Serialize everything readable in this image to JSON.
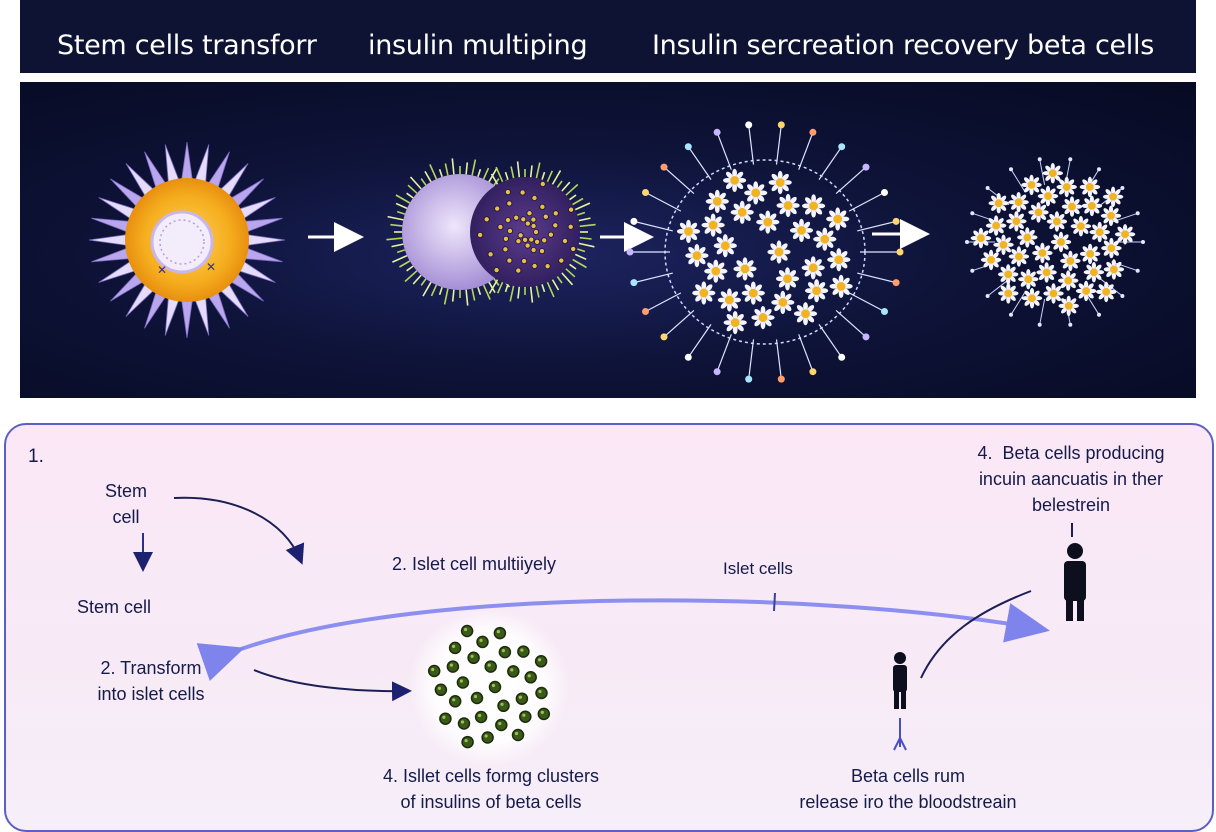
{
  "header": {
    "stage_1": "Stem cells transforr",
    "stage_2": "insulin multiping",
    "stage_3": "Insulin sercreation recovery beta cells"
  },
  "diagram": {
    "step_number": "1.",
    "stem_cell_top": "Stem\ncell",
    "stem_cell_mid": "Stem cell",
    "transform": "2. Transform\ninto islet cells",
    "islet_multiply": "2. Islet cell multiiyely",
    "islet_cells": "Islet cells",
    "clusters": "4. Isllet cells formg clusters\nof insulins of beta cells",
    "beta_release": "Beta cells rum\nrelease iro the bloodstreain",
    "beta_producing": "4.  Beta cells producing\nincuin aancuatis in ther\nbelestrein"
  },
  "colors": {
    "header_bg": "#0e1233",
    "panel_border": "#5b5fc4",
    "arrow_blue": "#8c8ff0",
    "ink": "#141a4a",
    "cell_yellow": "#f2b323",
    "cell_green": "#3a5a1a"
  }
}
